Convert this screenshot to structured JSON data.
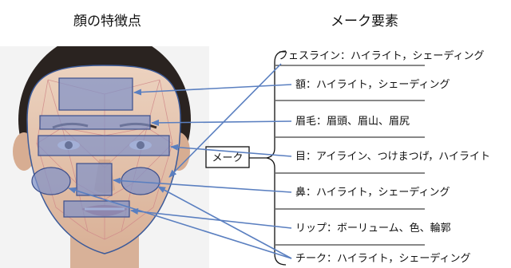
{
  "titles": {
    "left": "顔の特徴点",
    "right": "メーク要素"
  },
  "center_label": "メーク",
  "elements": [
    "フェスライン：ハイライト，シェーディング",
    "額：ハイライト，シェーディング",
    "眉毛：眉頭、眉山、眉尻",
    "目：アイライン、つけまつげ，ハイライト",
    "鼻：ハイライト，シェーディング",
    "リップ：ボーリューム、色、輪郭",
    "チーク：ハイライト，シェーディング"
  ],
  "colors": {
    "arrow": "#5a7fc0",
    "region_fill": "#7f91c8",
    "region_stroke": "#3c4f8c",
    "mesh": "#d08a8a",
    "text": "#111111",
    "skin": "#e4c2a8",
    "hair": "#2a2320"
  }
}
